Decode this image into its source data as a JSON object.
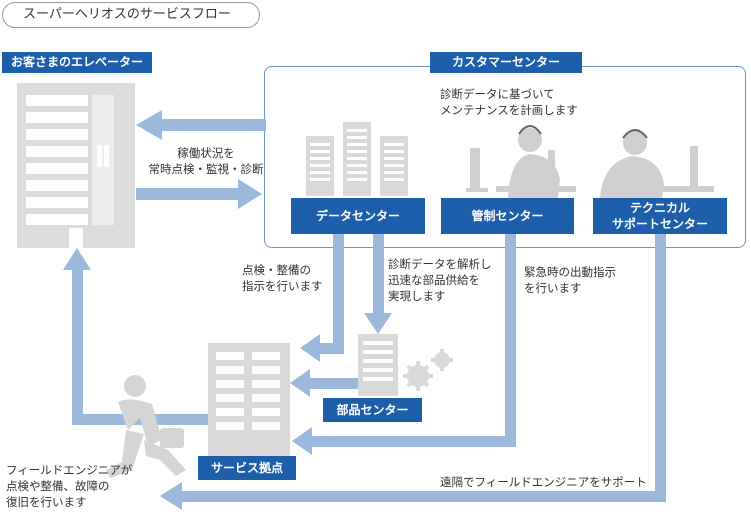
{
  "title": "スーパーヘリオスのサービスフロー",
  "labels": {
    "customer_elevator": "お客さまのエレベーター",
    "customer_center": "カスタマーセンター",
    "data_center": "データセンター",
    "control_center": "管制センター",
    "technical_support_line1": "テクニカル",
    "technical_support_line2": "サポートセンター",
    "parts_center": "部品センター",
    "service_base": "サービス拠点"
  },
  "annotations": {
    "maintenance_plan_line1": "診断データに基づいて",
    "maintenance_plan_line2": "メンテナンスを計画します",
    "monitoring_line1": "稼働状況を",
    "monitoring_line2": "常時点検・監視・診断",
    "inspection_line1": "点検・整備の",
    "inspection_line2": "指示を行います",
    "parts_supply_line1": "診断データを解析し",
    "parts_supply_line2": "迅速な部品供給を",
    "parts_supply_line3": "実現します",
    "emergency_line1": "緊急時の出動指示",
    "emergency_line2": "を行います",
    "remote_support": "遠隔でフィールドエンジニアをサポート",
    "engineer_line1": "フィールドエンジニアが",
    "engineer_line2": "点検や整備、故障の",
    "engineer_line3": "復旧を行います"
  },
  "colors": {
    "label_box": "#1e5fab",
    "arrow": "#9cb9dd",
    "building": "#d9d9d9",
    "group_border": "#6a93c7"
  },
  "icons": [
    "elevator-building-icon",
    "data-servers-icon",
    "operator-icon",
    "technical-operator-icon",
    "parts-building-icon",
    "gears-icon",
    "service-building-icon",
    "field-engineer-icon"
  ]
}
